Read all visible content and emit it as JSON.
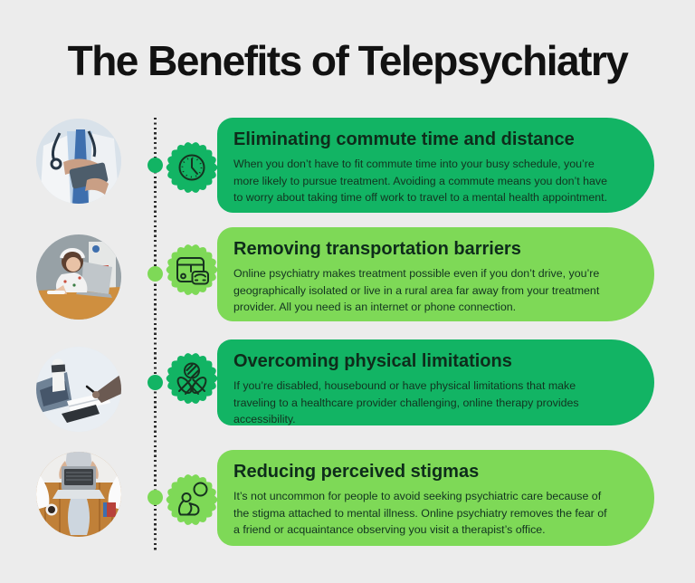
{
  "page": {
    "title": "The Benefits of Telepsychiatry",
    "background_color": "#ececec",
    "heading_color": "#121212"
  },
  "colors": {
    "green_dark": "#12b464",
    "green_light": "#7ed957",
    "card_text": "#123420",
    "timeline_dotted_line": "#2b2b2b"
  },
  "timeline": {
    "style": "vertical-dotted-line-with-green-dots",
    "dot_themes": [
      "dark",
      "light",
      "dark",
      "light"
    ]
  },
  "benefits": [
    {
      "title": "Eliminating commute time and distance",
      "body": "When you don’t have to fit commute time into your busy schedule, you’re more likely to pursue treatment. Avoiding a commute means you don’t have to worry about taking time off work to travel to a mental health appointment.",
      "theme": "dark",
      "icon": "clock-icon",
      "photo": "doctor-in-white-coat-using-tablet"
    },
    {
      "title": "Removing transportation barriers",
      "body": "Online psychiatry makes treatment possible even if you don’t drive, you’re geographically isolated or live in a rural area far away from your treatment provider. All you need is an internet or phone connection.",
      "theme": "light",
      "icon": "bus-and-car-icon",
      "photo": "girl-with-headphones-at-desk-with-laptop"
    },
    {
      "title": "Overcoming physical limitations",
      "body": "If you’re disabled, housebound or have physical limitations that make traveling to a healthcare provider challenging, online therapy provides accessibility.",
      "theme": "dark",
      "icon": "caring-hands-icon",
      "photo": "desk-with-coffee-cup-laptop-and-hand-writing"
    },
    {
      "title": "Reducing perceived stigmas",
      "body": "It’s not uncommon for people to avoid seeking psychiatric care because of the stigma attached to mental illness. Online psychiatry removes the fear of a friend or acquaintance observing you visit a therapist’s office.",
      "theme": "light",
      "icon": "person-with-thought-bubble-icon",
      "photo": "overhead-view-person-typing-on-laptop-in-lap"
    }
  ]
}
